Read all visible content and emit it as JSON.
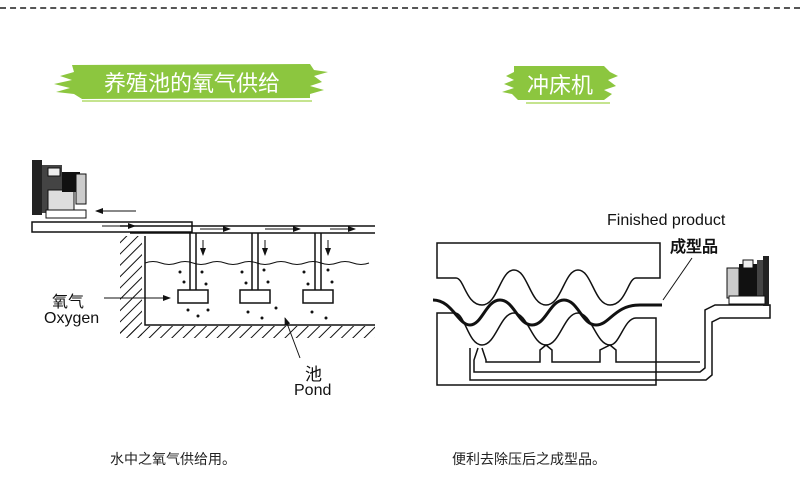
{
  "colors": {
    "badge_green": "#8cc63f",
    "badge_green_light": "#c5e48f",
    "line": "#111111",
    "dash": "#555555"
  },
  "left_panel": {
    "title": "养殖池的氧气供给",
    "labels": {
      "oxygen_cn": "氧气",
      "oxygen_en": "Oxygen",
      "pond_cn": "池",
      "pond_en": "Pond"
    },
    "caption": "水中之氧气供给用。"
  },
  "right_panel": {
    "title": "冲床机",
    "labels": {
      "finished_en": "Finished product",
      "finished_cn": "成型品"
    },
    "caption": "便利去除压后之成型品。"
  },
  "icons": {
    "blower_left": "blower-icon",
    "blower_right": "blower-icon"
  }
}
